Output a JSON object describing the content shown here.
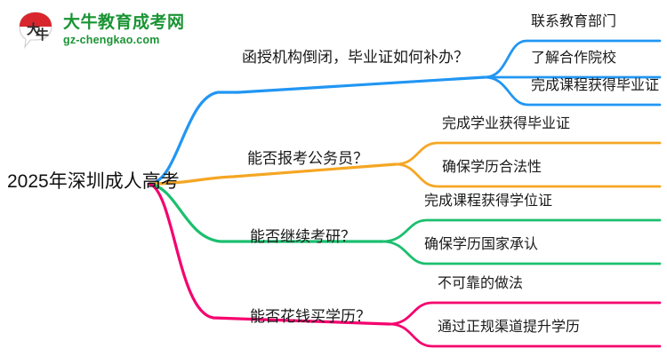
{
  "logo": {
    "name": "daniu-education-logo",
    "mark_text": "大牛",
    "title": "大牛教育成考网",
    "subtitle": "gz-chengkao.com",
    "brand_green": "#1a9434",
    "brand_red": "#d9262c"
  },
  "mindmap": {
    "root": {
      "label": "2025年深圳成人高考"
    },
    "branches": [
      {
        "label": "函授机构倒闭，毕业证如何补办？",
        "color": "#2196f3",
        "children": [
          {
            "label": "联系教育部门"
          },
          {
            "label": "了解合作院校"
          },
          {
            "label": "完成课程获得毕业证"
          }
        ]
      },
      {
        "label": "能否报考公务员？",
        "color": "#f5a623",
        "children": [
          {
            "label": "完成学业获得毕业证"
          },
          {
            "label": "确保学历合法性"
          }
        ]
      },
      {
        "label": "能否继续考研？",
        "color": "#1bbf6e",
        "children": [
          {
            "label": "完成课程获得学位证"
          },
          {
            "label": "确保学历国家承认"
          }
        ]
      },
      {
        "label": "能否花钱买学历？",
        "color": "#f5006e",
        "children": [
          {
            "label": "不可靠的做法"
          },
          {
            "label": "通过正规渠道提升学历"
          }
        ]
      }
    ]
  }
}
